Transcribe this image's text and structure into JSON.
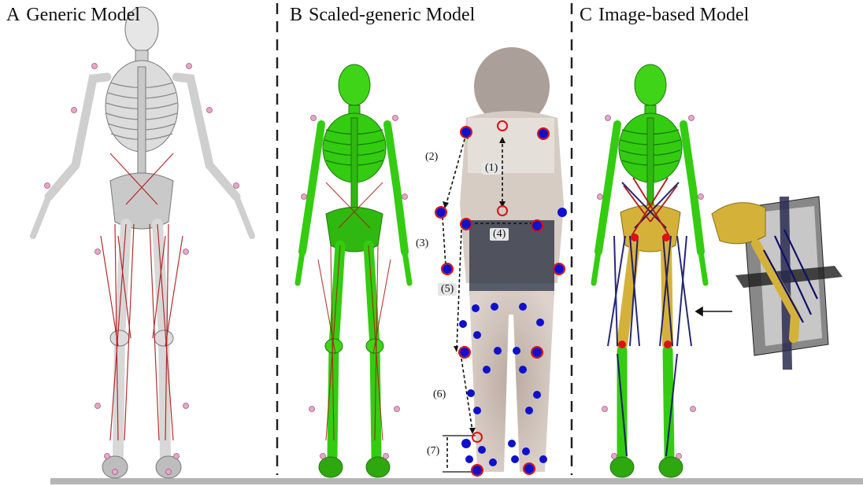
{
  "panels": [
    {
      "letter": "A",
      "title": "Generic Model"
    },
    {
      "letter": "B",
      "title": "Scaled-generic Model"
    },
    {
      "letter": "C",
      "title": "Image-based Model"
    }
  ],
  "measurements": [
    "(1)",
    "(2)",
    "(3)",
    "(4)",
    "(5)",
    "(6)",
    "(7)"
  ],
  "colors": {
    "bone_generic": "#d9d9d9",
    "bone_scaled": "#33cc11",
    "bone_image": "#d4b23a",
    "muscle_generic": "#b01818",
    "muscle_image": "#10106a",
    "marker_blue": "#1010cc",
    "marker_red": "#dd1111",
    "marker_pink": "#e8a6c8",
    "divider": "#222222",
    "ground": "#b5b5b5"
  }
}
